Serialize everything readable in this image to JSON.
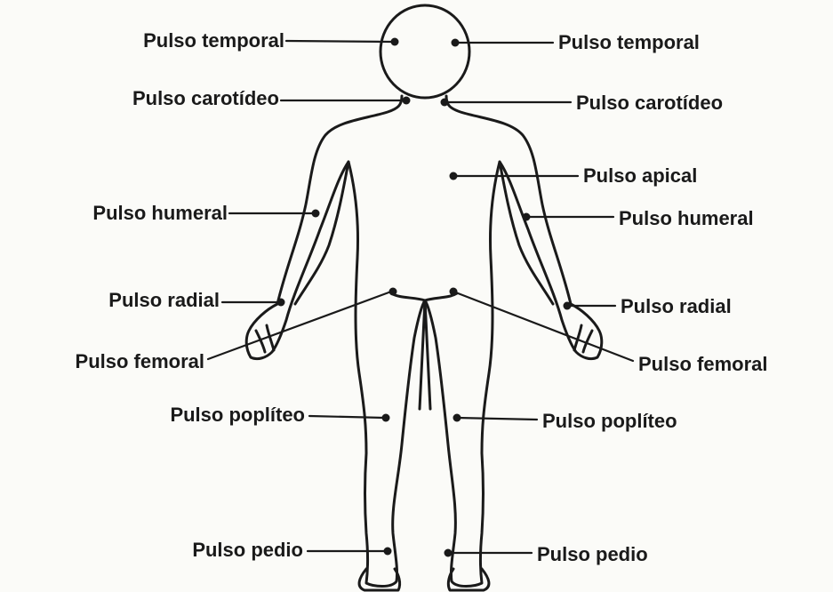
{
  "colors": {
    "ink": "#1a1a1a",
    "paper": "#fbfbf8"
  },
  "labels": {
    "temporal_left": "Pulso temporal",
    "temporal_right": "Pulso temporal",
    "carotid_left": "Pulso carotídeo",
    "carotid_right": "Pulso carotídeo",
    "apical": "Pulso apical",
    "humeral_left": "Pulso humeral",
    "humeral_right": "Pulso humeral",
    "radial_left": "Pulso radial",
    "radial_right": "Pulso radial",
    "femoral_left": "Pulso femoral",
    "femoral_right": "Pulso femoral",
    "popliteal_left": "Pulso poplíteo",
    "popliteal_right": "Pulso poplíteo",
    "pedal_left": "Pulso pedio",
    "pedal_right": "Pulso pedio"
  }
}
